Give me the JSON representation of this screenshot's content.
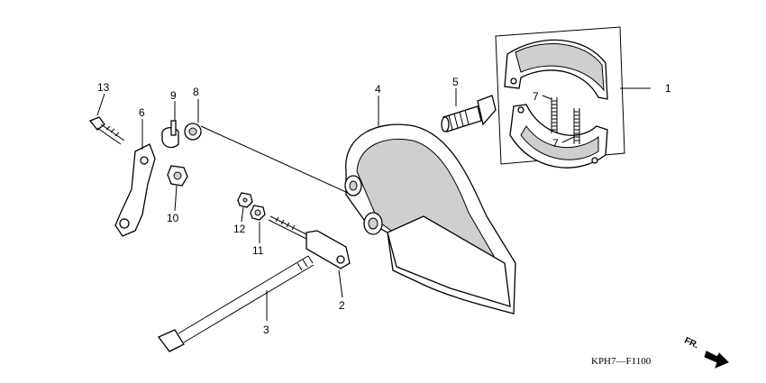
{
  "diagram": {
    "callouts": {
      "p1": "1",
      "p2": "2",
      "p3": "3",
      "p4": "4",
      "p5": "5",
      "p6": "6",
      "p7a": "7",
      "p7b": "7",
      "p8": "8",
      "p9": "9",
      "p10": "10",
      "p11": "11",
      "p12": "12",
      "p13": "13"
    },
    "code": "KPH7—F1100",
    "direction": "FR."
  }
}
